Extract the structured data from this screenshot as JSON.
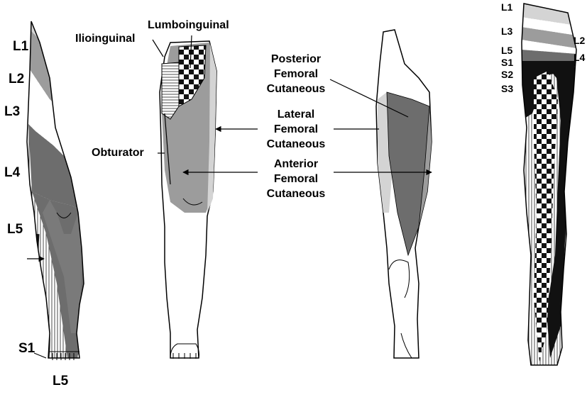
{
  "diagram": {
    "colors": {
      "outline": "#000000",
      "light": "#d4d4d4",
      "mid": "#9c9c9c",
      "dark": "#6d6d6d",
      "black": "#111111",
      "background": "#ffffff"
    },
    "dermatome_labels": {
      "l1_left": "L1",
      "l2_left": "L2",
      "l3_left": "L3",
      "l4_left": "L4",
      "l5_left": "L5",
      "s1_left": "S1",
      "l5_bottom": "L5",
      "l1_right": "L1",
      "l3_right": "L3",
      "l5_right": "L5",
      "s1_right": "S1",
      "s2_right": "S2",
      "s3_right": "S3",
      "l2_right": "L2",
      "l4_right": "L4"
    },
    "nerve_labels": {
      "lumboinguinal": "Lumboinguinal",
      "ilioinguinal": "Ilioinguinal",
      "obturator": "Obturator",
      "posterior_femoral_cutaneous": [
        "Posterior",
        "Femoral",
        "Cutaneous"
      ],
      "lateral_femoral_cutaneous": [
        "Lateral",
        "Femoral",
        "Cutaneous"
      ],
      "anterior_femoral_cutaneous": [
        "Anterior",
        "Femoral",
        "Cutaneous"
      ]
    }
  }
}
